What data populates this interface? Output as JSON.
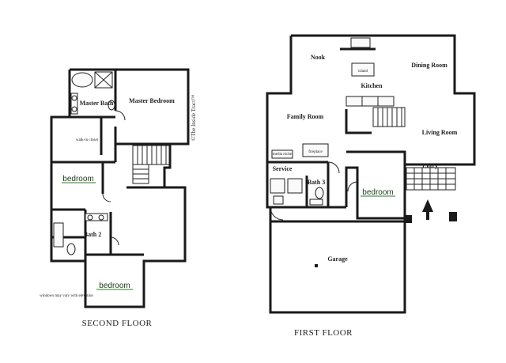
{
  "second_floor": {
    "label": "SECOND FLOOR",
    "copyright": "©The Inside Tract™",
    "rooms": {
      "master_bath": "Master Bath",
      "master_bedroom": "Master Bedroom",
      "walk_in_closet": "walk-in closet",
      "bedroom_a": "bedroom",
      "bedroom_b": "bedroom",
      "bath_2": "Bath 2"
    },
    "note": "windows may vary with elevation"
  },
  "first_floor": {
    "label": "FIRST FLOOR",
    "rooms": {
      "nook": "Nook",
      "kitchen": "Kitchen",
      "island": "island",
      "dining_room": "Dining Room",
      "living_room": "Living Room",
      "family_room": "Family Room",
      "fireplace": "fireplace",
      "media_niche": "media niche",
      "service": "Service",
      "bath_3": "Bath 3",
      "bedroom": "bedroom",
      "entry": "Entry",
      "garage": "Garage"
    }
  }
}
